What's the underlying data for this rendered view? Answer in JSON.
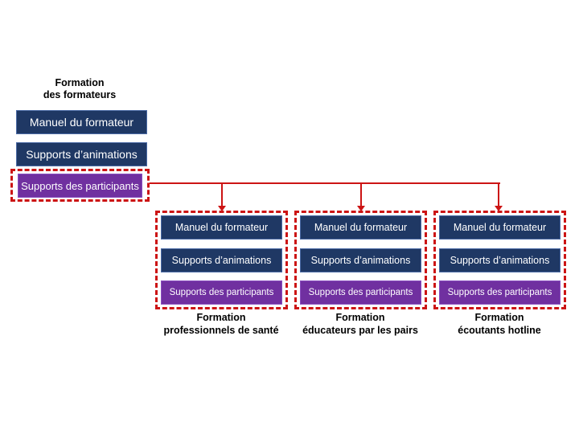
{
  "diagram": {
    "root": {
      "title": {
        "line1": "Formation",
        "line2": "des formateurs"
      },
      "items": [
        {
          "label": "Manuel du formateur"
        },
        {
          "label": "Supports d’animations"
        },
        {
          "label": "Supports des participants"
        }
      ]
    },
    "branches": [
      {
        "title": {
          "line1": "Formation",
          "line2": "professionnels de santé"
        },
        "items": [
          {
            "label": "Manuel du formateur"
          },
          {
            "label": "Supports d’animations"
          },
          {
            "label": "Supports des participants"
          }
        ]
      },
      {
        "title": {
          "line1": "Formation",
          "line2": "éducateurs par les pairs"
        },
        "items": [
          {
            "label": "Manuel du formateur"
          },
          {
            "label": "Supports d’animations"
          },
          {
            "label": "Supports des participants"
          }
        ]
      },
      {
        "title": {
          "line1": "Formation",
          "line2": "écoutants hotline"
        },
        "items": [
          {
            "label": "Manuel du formateur"
          },
          {
            "label": "Supports d’animations"
          },
          {
            "label": "Supports des participants"
          }
        ]
      }
    ],
    "colors": {
      "navy_box": "#1F3864",
      "purple_box": "#7030A0",
      "connector_red": "#CC1414",
      "box_text": "#FFFFFF",
      "label_text": "#000000",
      "background": "#FFFFFF"
    }
  }
}
